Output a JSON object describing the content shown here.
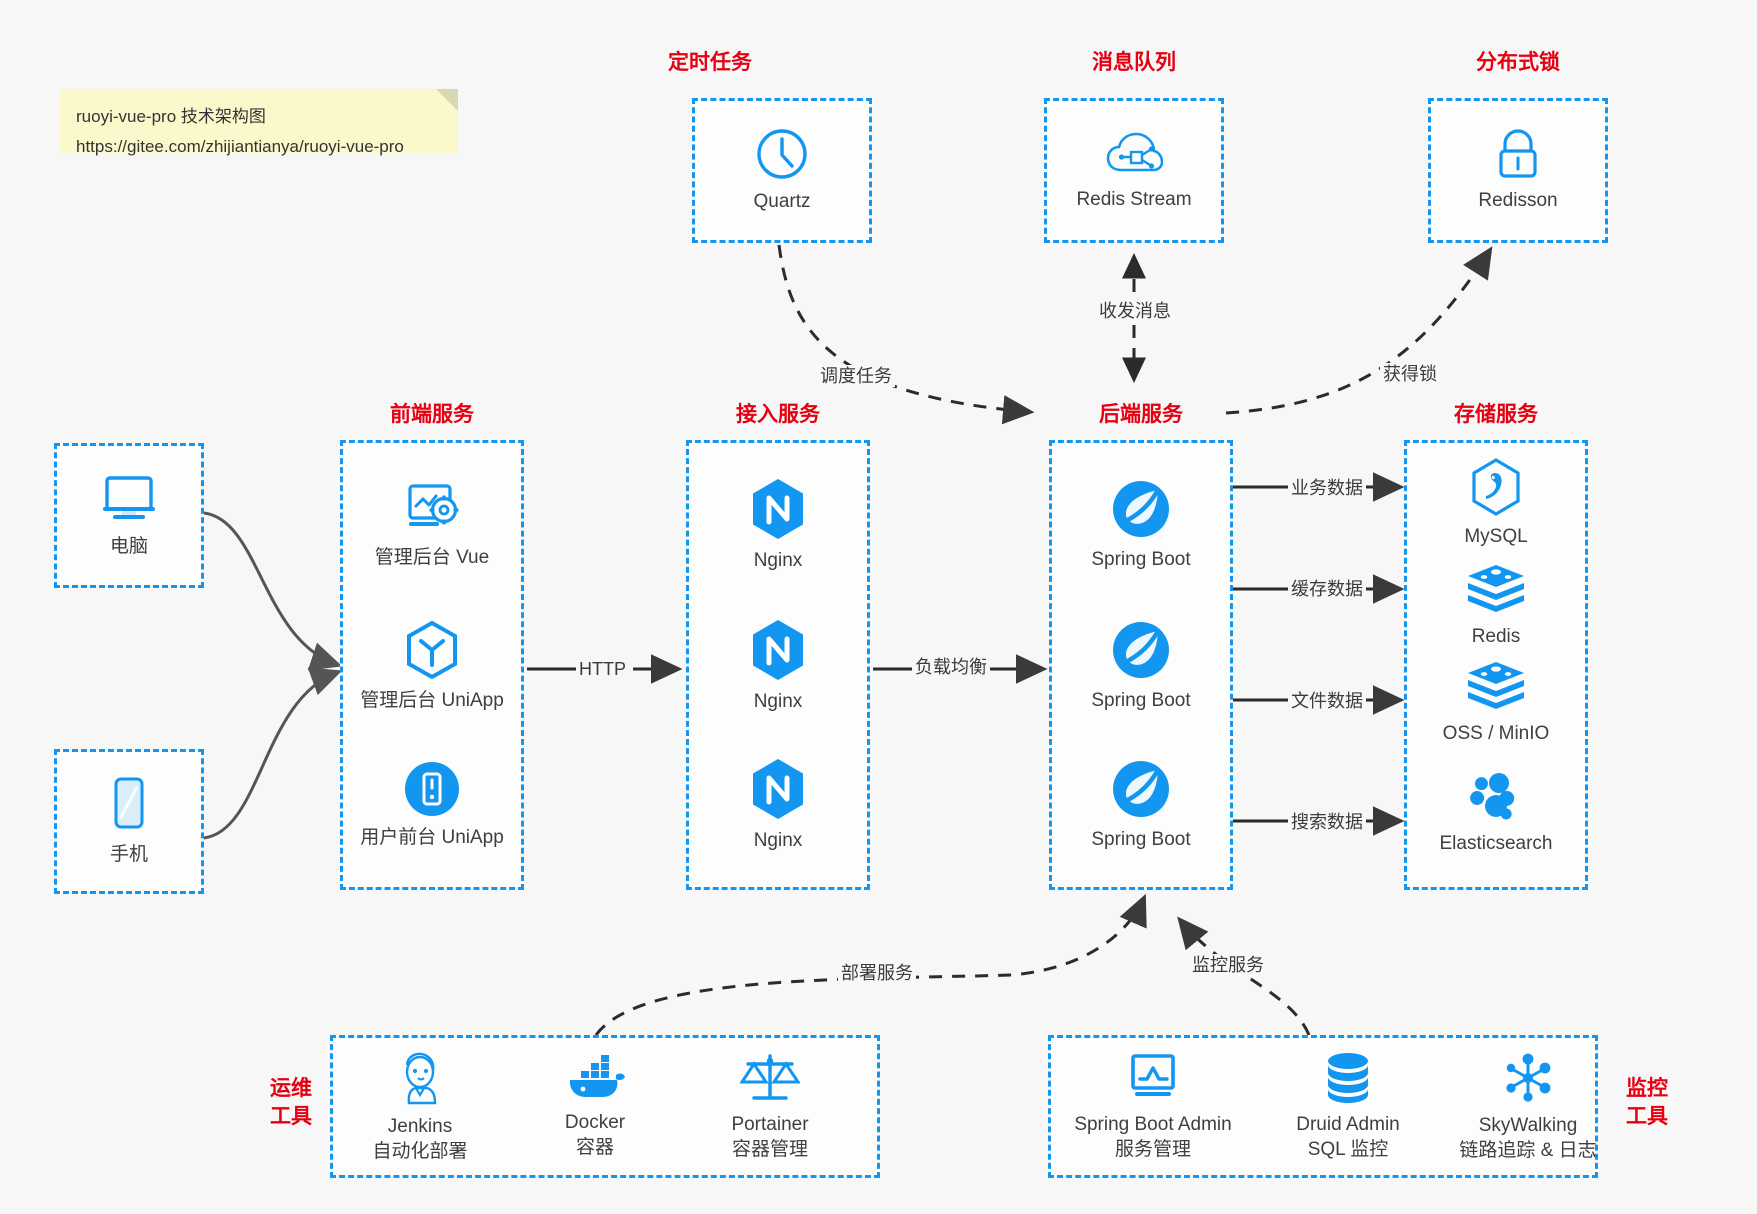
{
  "note": {
    "line1": "ruoyi-vue-pro 技术架构图",
    "line2": "https://gitee.com/zhijiantianya/ruoyi-vue-pro"
  },
  "colors": {
    "accent_blue": "#1296f0",
    "title_red": "#e60012",
    "arrow_gray": "#555555",
    "background": "#f7f7f7",
    "note_yellow": "#fbf8cc"
  },
  "groups": {
    "scheduled_task": {
      "title": "定时任务",
      "nodes": [
        {
          "label": "Quartz",
          "icon": "clock-icon"
        }
      ]
    },
    "message_queue": {
      "title": "消息队列",
      "nodes": [
        {
          "label": "Redis Stream",
          "icon": "cloud-stream-icon"
        }
      ]
    },
    "distributed_lock": {
      "title": "分布式锁",
      "nodes": [
        {
          "label": "Redisson",
          "icon": "lock-icon"
        }
      ]
    },
    "clients": {
      "nodes": [
        {
          "label": "电脑",
          "icon": "desktop-icon"
        },
        {
          "label": "手机",
          "icon": "phone-icon"
        }
      ]
    },
    "frontend": {
      "title": "前端服务",
      "nodes": [
        {
          "label": "管理后台 Vue",
          "icon": "dashboard-gear-icon"
        },
        {
          "label": "管理后台 UniApp",
          "icon": "hexagon-cube-icon"
        },
        {
          "label": "用户前台 UniApp",
          "icon": "mobile-app-icon"
        }
      ]
    },
    "gateway": {
      "title": "接入服务",
      "nodes": [
        {
          "label": "Nginx",
          "icon": "nginx-icon"
        },
        {
          "label": "Nginx",
          "icon": "nginx-icon"
        },
        {
          "label": "Nginx",
          "icon": "nginx-icon"
        }
      ]
    },
    "backend": {
      "title": "后端服务",
      "nodes": [
        {
          "label": "Spring Boot",
          "icon": "spring-boot-icon"
        },
        {
          "label": "Spring Boot",
          "icon": "spring-boot-icon"
        },
        {
          "label": "Spring Boot",
          "icon": "spring-boot-icon"
        }
      ]
    },
    "storage": {
      "title": "存储服务",
      "nodes": [
        {
          "label": "MySQL",
          "icon": "mysql-icon"
        },
        {
          "label": "Redis",
          "icon": "redis-icon"
        },
        {
          "label": "OSS / MinIO",
          "icon": "redis-icon"
        },
        {
          "label": "Elasticsearch",
          "icon": "elasticsearch-icon"
        }
      ]
    },
    "devops": {
      "title_line1": "运维",
      "title_line2": "工具",
      "nodes": [
        {
          "label": "Jenkins",
          "sub": "自动化部署",
          "icon": "jenkins-icon"
        },
        {
          "label": "Docker",
          "sub": "容器",
          "icon": "docker-icon"
        },
        {
          "label": "Portainer",
          "sub": "容器管理",
          "icon": "scales-icon"
        }
      ]
    },
    "monitoring": {
      "title_line1": "监控",
      "title_line2": "工具",
      "nodes": [
        {
          "label": "Spring Boot Admin",
          "sub": "服务管理",
          "icon": "monitor-chart-icon"
        },
        {
          "label": "Druid Admin",
          "sub": "SQL 监控",
          "icon": "database-icon"
        },
        {
          "label": "SkyWalking",
          "sub": "链路追踪 & 日志",
          "icon": "skywalking-icon"
        }
      ]
    }
  },
  "edges": [
    {
      "id": "http",
      "label": "HTTP"
    },
    {
      "id": "load-balance",
      "label": "负载均衡"
    },
    {
      "id": "schedule",
      "label": "调度任务"
    },
    {
      "id": "messaging",
      "label": "收发消息"
    },
    {
      "id": "acquire-lock",
      "label": "获得锁"
    },
    {
      "id": "biz-data",
      "label": "业务数据"
    },
    {
      "id": "cache-data",
      "label": "缓存数据"
    },
    {
      "id": "file-data",
      "label": "文件数据"
    },
    {
      "id": "search-data",
      "label": "搜索数据"
    },
    {
      "id": "deploy",
      "label": "部署服务"
    },
    {
      "id": "monitor",
      "label": "监控服务"
    }
  ]
}
